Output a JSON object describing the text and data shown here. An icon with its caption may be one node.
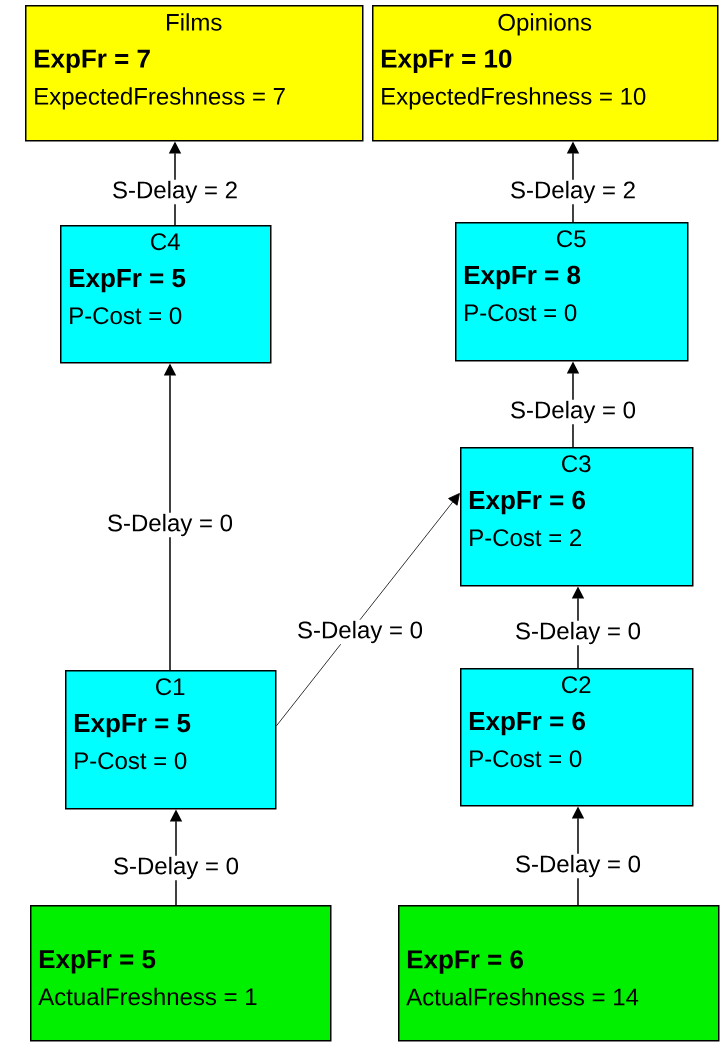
{
  "diagram": {
    "nodes": [
      {
        "text": [
          "Films",
          "ExpFr = 7",
          "ExpectedFreshness = 7"
        ]
      },
      {
        "text": [
          "Opinions",
          "ExpFr = 10",
          "ExpectedFreshness = 10"
        ]
      },
      {
        "text": [
          "C4",
          "ExpFr = 5",
          "P-Cost = 0"
        ]
      },
      {
        "text": [
          "C5",
          "ExpFr = 8",
          "P-Cost = 0"
        ]
      },
      {
        "text": [
          "C3",
          "ExpFr = 6",
          "P-Cost = 2"
        ]
      },
      {
        "text": [
          "C1",
          "ExpFr = 5",
          "P-Cost = 0"
        ]
      },
      {
        "text": [
          "C2",
          "ExpFr = 6",
          "P-Cost = 0"
        ]
      },
      {
        "text": [
          "ExpFr = 5",
          "ActualFreshness = 1"
        ]
      },
      {
        "text": [
          "ExpFr = 6",
          "ActualFreshness = 14"
        ]
      }
    ],
    "edges": [
      {
        "from": 2,
        "to": 0,
        "arrow": "to",
        "label": "S-Delay = 2"
      },
      {
        "from": 3,
        "to": 1,
        "arrow": "to",
        "label": "S-Delay = 2"
      },
      {
        "from": 5,
        "to": 2,
        "arrow": "to",
        "label": "S-Delay = 0"
      },
      {
        "from": 4,
        "to": 3,
        "arrow": "to",
        "label": "S-Delay = 0"
      },
      {
        "from": 5,
        "to": 4,
        "arrow": "to",
        "label": "S-Delay = 0"
      },
      {
        "from": 6,
        "to": 4,
        "arrow": "to",
        "label": "S-Delay = 0"
      },
      {
        "from": 7,
        "to": 5,
        "arrow": "to",
        "label": "S-Delay = 0"
      },
      {
        "from": 8,
        "to": 6,
        "arrow": "to",
        "label": "S-Delay = 0"
      }
    ]
  }
}
